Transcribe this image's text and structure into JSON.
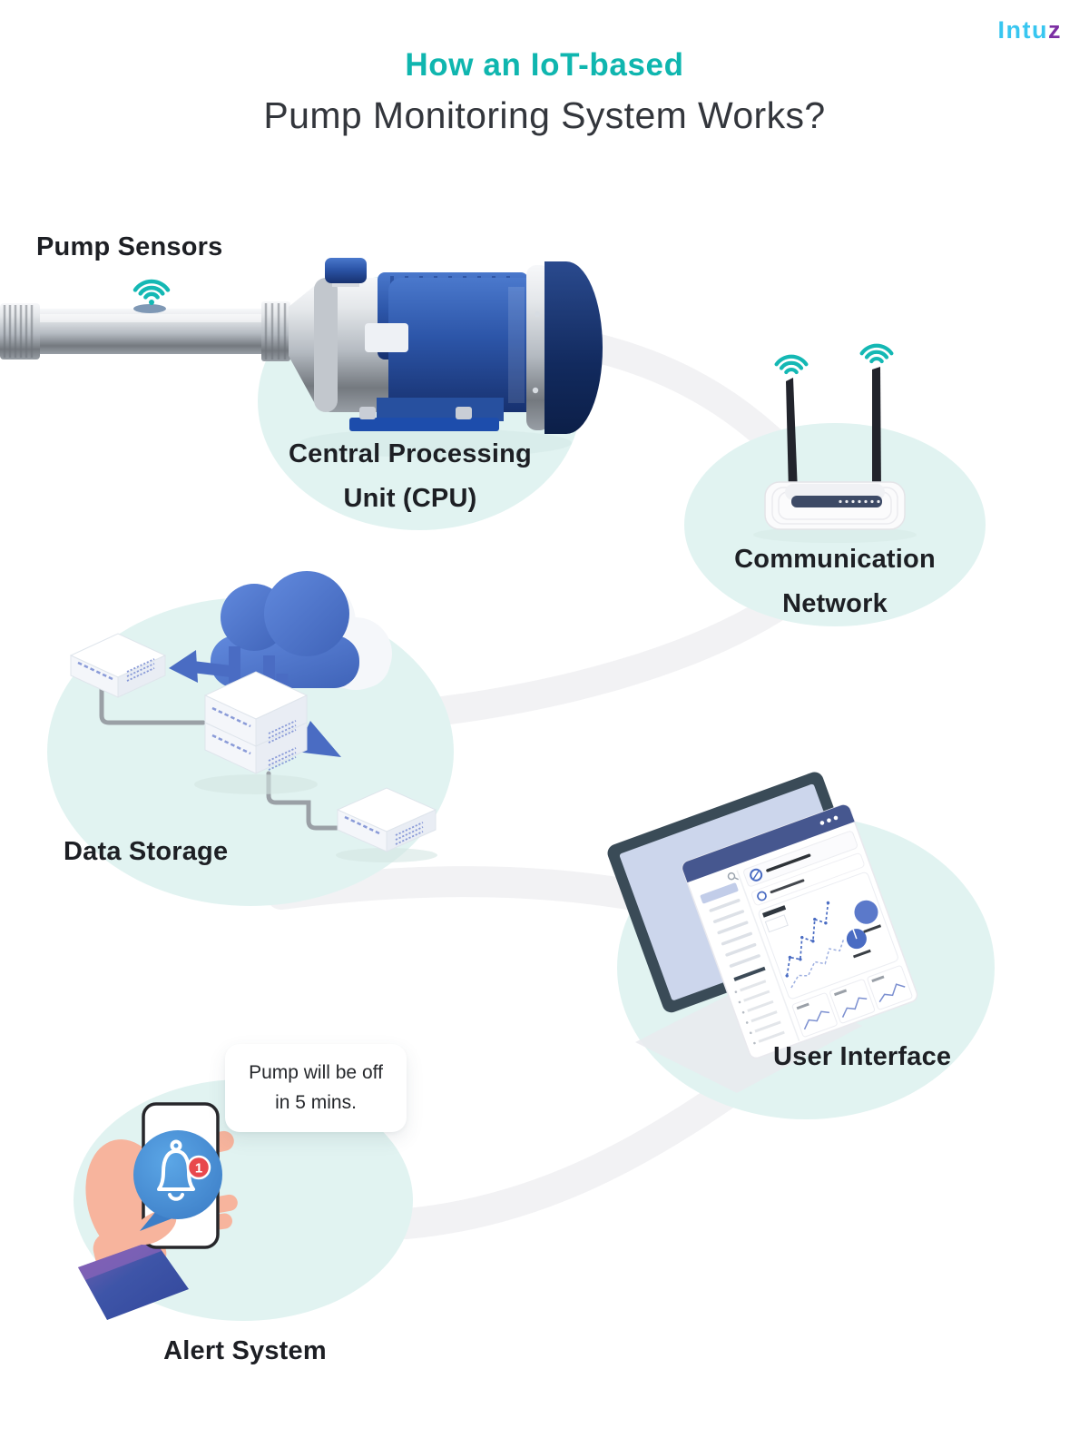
{
  "logo": {
    "primary": "Intu",
    "accent": "z"
  },
  "title": {
    "line1": "How an IoT-based",
    "line2": "Pump Monitoring System Works?"
  },
  "nodes": {
    "pump_sensors": {
      "label": "Pump Sensors"
    },
    "cpu": {
      "line1": "Central Processing",
      "line2": "Unit (CPU)"
    },
    "communication": {
      "line1": "Communication",
      "line2": "Network"
    },
    "data_storage": {
      "label": "Data Storage"
    },
    "user_interface": {
      "label": "User Interface"
    },
    "alert_system": {
      "label": "Alert System"
    }
  },
  "notification": {
    "line1": "Pump will be off",
    "line2": "in 5 mins.",
    "badge": "1"
  },
  "colors": {
    "accent_teal": "#0fb6af",
    "wifi_teal": "#14b8b4",
    "logo_cyan": "#38c6f0",
    "logo_purple": "#7c2fa3",
    "ellipse_mint": "#e1f3f1",
    "connector_gray": "#f2f2f4",
    "primary_blue": "#4a6cc3",
    "motor_navy": "#17316f",
    "alert_bubble_blue": "#4a93dc",
    "badge_red": "#e8484d",
    "skin": "#f7b49d",
    "monitor_slate": "#3a4b57"
  }
}
